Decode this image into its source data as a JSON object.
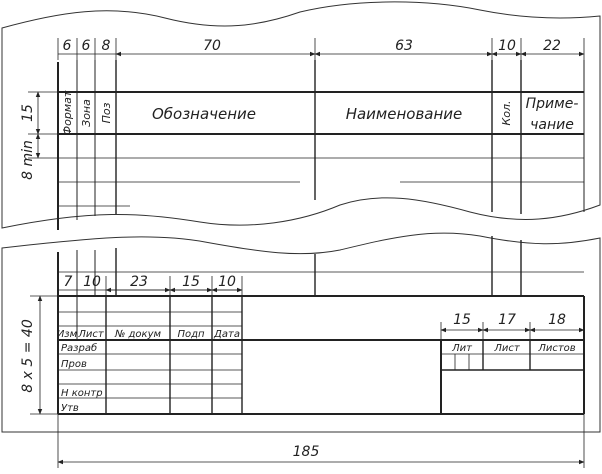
{
  "dims_top": [
    "6",
    "6",
    "8",
    "70",
    "63",
    "10",
    "22"
  ],
  "dims_left": [
    "15",
    "8 min"
  ],
  "spec_headers": {
    "format": "Формат",
    "zone": "Зона",
    "pos": "Поз",
    "designation": "Обозначение",
    "name": "Наименование",
    "qty": "Кол.",
    "note_line1": "Приме-",
    "note_line2": "чание"
  },
  "dims_title": [
    "7",
    "10",
    "23",
    "15",
    "10"
  ],
  "dim_height": "8 x 5 = 40",
  "title_row_labels": {
    "izm": "Изм",
    "list": "Лист",
    "doc_no": "№ докум",
    "sign": "Подп",
    "date": "Дата"
  },
  "title_side_labels": [
    "Разраб",
    "Пров",
    "Н контр",
    "Утв"
  ],
  "dims_right": [
    "15",
    "17",
    "18"
  ],
  "right_block_labels": {
    "lit": "Лит",
    "list": "Лист",
    "listov": "Листов"
  },
  "dim_total": "185"
}
